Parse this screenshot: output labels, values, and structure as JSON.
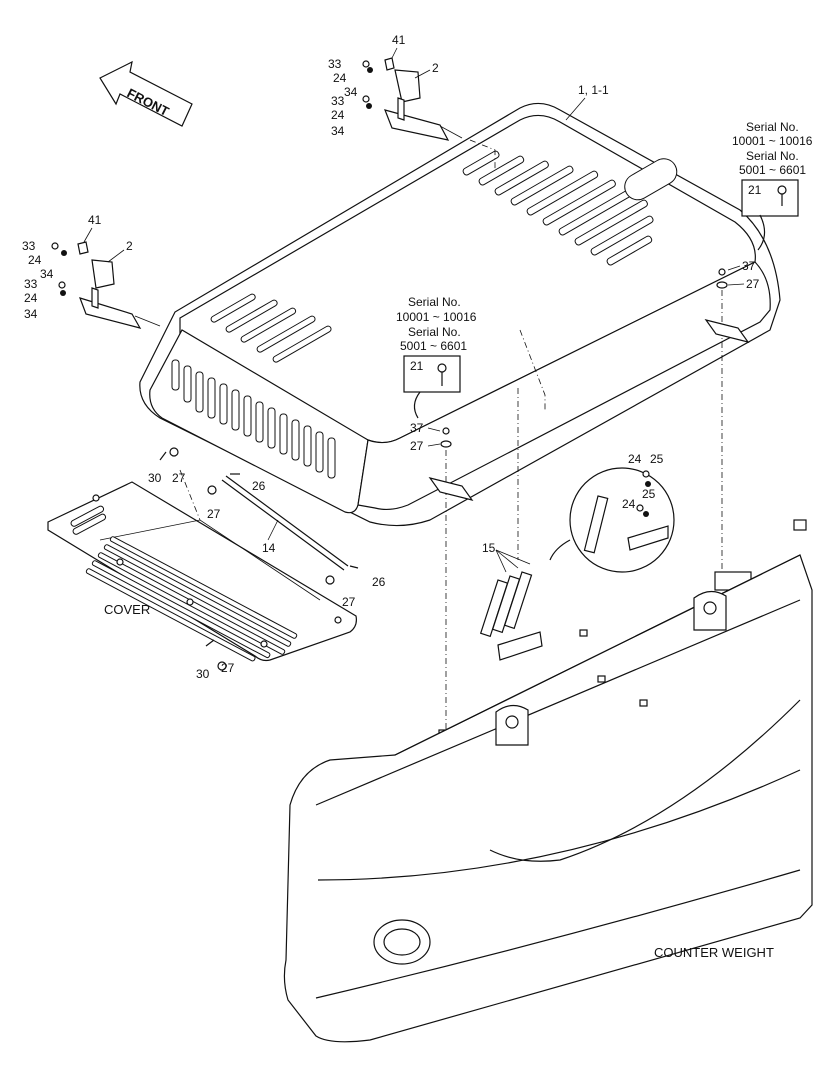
{
  "front_label": "FRONT",
  "cover_label": "COVER",
  "counter_weight_label": "COUNTER WEIGHT",
  "serial_right": {
    "line1": "Serial No.",
    "line2": "10001 ~ 10016",
    "line3": "Serial No.",
    "line4": "5001 ~ 6601",
    "part": "21"
  },
  "serial_mid": {
    "line1": "Serial No.",
    "line2": "10001 ~ 10016",
    "line3": "Serial No.",
    "line4": "5001 ~ 6601",
    "part": "21"
  },
  "callouts": {
    "hood": "1, 1-1",
    "top_hinge": {
      "p41": "41",
      "p2": "2",
      "p33a": "33",
      "p24a": "24",
      "p34a": "34",
      "p33b": "33",
      "p24b": "24",
      "p34b": "34"
    },
    "left_hinge": {
      "p41": "41",
      "p2": "2",
      "p33a": "33",
      "p24a": "24",
      "p34a": "34",
      "p33b": "33",
      "p24b": "24",
      "p34b": "34"
    },
    "right_bolt": {
      "p37": "37",
      "p27": "27"
    },
    "mid_bolt": {
      "p37": "37",
      "p27": "27"
    },
    "rod": {
      "p30a": "30",
      "p27a": "27",
      "p27b": "27",
      "p26a": "26",
      "p14": "14",
      "p26b": "26",
      "p27c": "27",
      "p30b": "30",
      "p27d": "27"
    },
    "gas_spring": {
      "p15": "15",
      "p24a": "24",
      "p25a": "25",
      "p25b": "25",
      "p24b": "24"
    }
  }
}
